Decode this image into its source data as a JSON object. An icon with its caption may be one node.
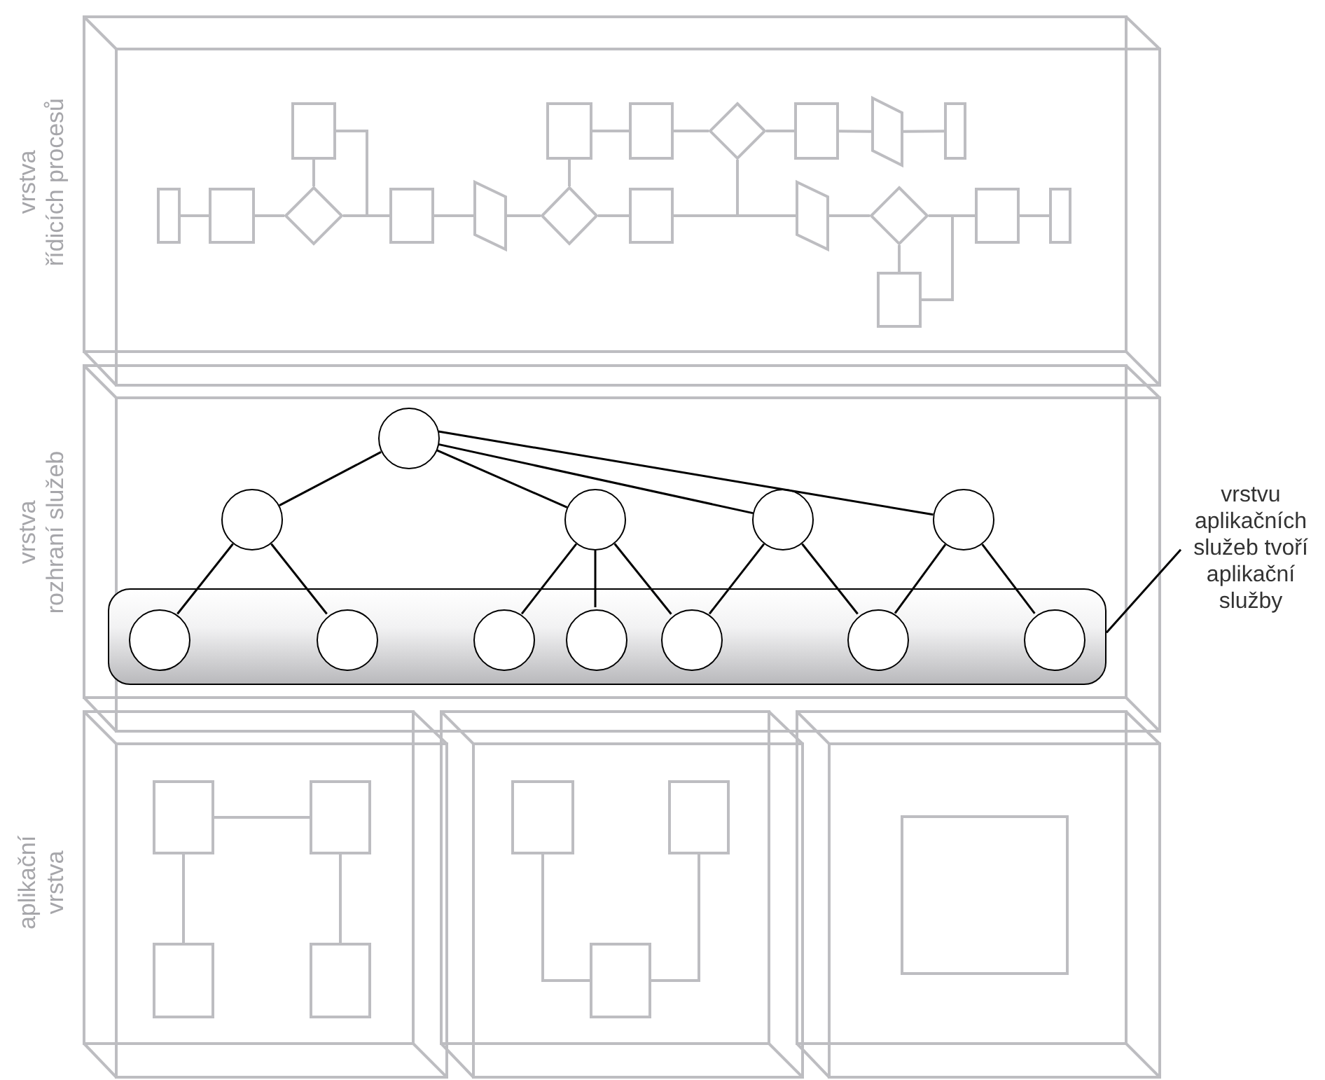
{
  "diagram": {
    "nodes": [
      {
        "text": [
          "vrstva řídicích procesů"
        ]
      },
      {
        "text": [],
        "shape": "box",
        "in": 0
      },
      {
        "text": [],
        "shape": "box",
        "in": 0
      },
      {
        "text": [],
        "shape": "box",
        "in": 0
      },
      {
        "text": [],
        "shape": "diamond",
        "in": 0
      },
      {
        "text": [],
        "shape": "box",
        "in": 0
      },
      {
        "text": [],
        "shape": "trapezoid",
        "in": 0
      },
      {
        "text": [],
        "shape": "box",
        "in": 0
      },
      {
        "text": [],
        "shape": "box",
        "in": 0
      },
      {
        "text": [],
        "shape": "box",
        "in": 0
      },
      {
        "text": [],
        "shape": "diamond",
        "in": 0
      },
      {
        "text": [],
        "shape": "box",
        "in": 0
      },
      {
        "text": [],
        "shape": "trapezoid",
        "in": 0
      },
      {
        "text": [],
        "shape": "diamond",
        "in": 0
      },
      {
        "text": [],
        "shape": "box",
        "in": 0
      },
      {
        "text": [],
        "shape": "trapezoid",
        "in": 0
      },
      {
        "text": [],
        "shape": "diamond",
        "in": 0
      },
      {
        "text": [],
        "shape": "box",
        "in": 0
      },
      {
        "text": [],
        "shape": "box",
        "in": 0
      },
      {
        "text": [],
        "shape": "box",
        "in": 0
      },
      {
        "text": [
          "vrstva rozhraní služeb"
        ]
      },
      {
        "text": [],
        "shape": "circle",
        "in": 20
      },
      {
        "text": [],
        "shape": "circle",
        "in": 20
      },
      {
        "text": [],
        "shape": "circle",
        "in": 20
      },
      {
        "text": [],
        "shape": "circle",
        "in": 20
      },
      {
        "text": [],
        "shape": "circle",
        "in": 20
      },
      {
        "text": [],
        "shape": "box",
        "in": 20
      },
      {
        "text": [],
        "shape": "circle",
        "in": 26
      },
      {
        "text": [],
        "shape": "circle",
        "in": 26
      },
      {
        "text": [],
        "shape": "circle",
        "in": 26
      },
      {
        "text": [],
        "shape": "circle",
        "in": 26
      },
      {
        "text": [],
        "shape": "circle",
        "in": 26
      },
      {
        "text": [],
        "shape": "circle",
        "in": 26
      },
      {
        "text": [],
        "shape": "circle",
        "in": 26
      },
      {
        "text": [
          "vrstvu aplikačních služeb tvoří aplikační služby"
        ]
      },
      {
        "text": [],
        "shape": "box"
      },
      {
        "text": [],
        "shape": "box",
        "in": 35
      },
      {
        "text": [],
        "shape": "box",
        "in": 35
      },
      {
        "text": [],
        "shape": "box",
        "in": 35
      },
      {
        "text": [],
        "shape": "box",
        "in": 35
      },
      {
        "text": [],
        "shape": "box"
      },
      {
        "text": [],
        "shape": "box",
        "in": 40
      },
      {
        "text": [],
        "shape": "box",
        "in": 40
      },
      {
        "text": [],
        "shape": "box",
        "in": 40
      },
      {
        "text": [],
        "shape": "box"
      },
      {
        "text": [],
        "shape": "box",
        "in": 44
      }
    ],
    "edges": [
      {
        "from": 8,
        "to": 9,
        "arrow": "none"
      },
      {
        "from": 9,
        "to": 10,
        "arrow": "none"
      },
      {
        "from": 10,
        "to": 11,
        "arrow": "none"
      },
      {
        "from": 1,
        "to": 11,
        "arrow": "none"
      },
      {
        "from": 10,
        "to": 1,
        "arrow": "none"
      },
      {
        "from": 11,
        "to": 12,
        "arrow": "none"
      },
      {
        "from": 12,
        "to": 13,
        "arrow": "none"
      },
      {
        "from": 13,
        "to": 2,
        "arrow": "none"
      },
      {
        "from": 13,
        "to": 14,
        "arrow": "none"
      },
      {
        "from": 14,
        "to": 15,
        "arrow": "none"
      },
      {
        "from": 4,
        "to": 15,
        "arrow": "none"
      },
      {
        "from": 2,
        "to": 3,
        "arrow": "none"
      },
      {
        "from": 3,
        "to": 4,
        "arrow": "none"
      },
      {
        "from": 4,
        "to": 5,
        "arrow": "none"
      },
      {
        "from": 5,
        "to": 6,
        "arrow": "none"
      },
      {
        "from": 6,
        "to": 7,
        "arrow": "none"
      },
      {
        "from": 15,
        "to": 16,
        "arrow": "none"
      },
      {
        "from": 16,
        "to": 17,
        "arrow": "none"
      },
      {
        "from": 16,
        "to": 19,
        "arrow": "none"
      },
      {
        "from": 19,
        "to": 17,
        "arrow": "none"
      },
      {
        "from": 17,
        "to": 18,
        "arrow": "none"
      },
      {
        "from": 21,
        "to": 22,
        "arrow": "none",
        "color": "#000000"
      },
      {
        "from": 21,
        "to": 23,
        "arrow": "none",
        "color": "#000000"
      },
      {
        "from": 21,
        "to": 24,
        "arrow": "none",
        "color": "#000000"
      },
      {
        "from": 21,
        "to": 25,
        "arrow": "none",
        "color": "#000000"
      },
      {
        "from": 22,
        "to": 27,
        "arrow": "none",
        "color": "#000000"
      },
      {
        "from": 22,
        "to": 28,
        "arrow": "none",
        "color": "#000000"
      },
      {
        "from": 23,
        "to": 29,
        "arrow": "none",
        "color": "#000000"
      },
      {
        "from": 23,
        "to": 30,
        "arrow": "none",
        "color": "#000000"
      },
      {
        "from": 23,
        "to": 31,
        "arrow": "none",
        "color": "#000000"
      },
      {
        "from": 24,
        "to": 31,
        "arrow": "none",
        "color": "#000000"
      },
      {
        "from": 24,
        "to": 32,
        "arrow": "none",
        "color": "#000000"
      },
      {
        "from": 25,
        "to": 32,
        "arrow": "none",
        "color": "#000000"
      },
      {
        "from": 25,
        "to": 33,
        "arrow": "none",
        "color": "#000000"
      },
      {
        "from": 34,
        "to": 26,
        "arrow": "none",
        "color": "#000000"
      },
      {
        "from": 36,
        "to": 37,
        "arrow": "none"
      },
      {
        "from": 36,
        "to": 38,
        "arrow": "none"
      },
      {
        "from": 37,
        "to": 39,
        "arrow": "none"
      },
      {
        "from": 41,
        "to": 43,
        "arrow": "none"
      },
      {
        "from": 42,
        "to": 43,
        "arrow": "none"
      }
    ],
    "labels": [
      "aplikační vrstva"
    ]
  }
}
